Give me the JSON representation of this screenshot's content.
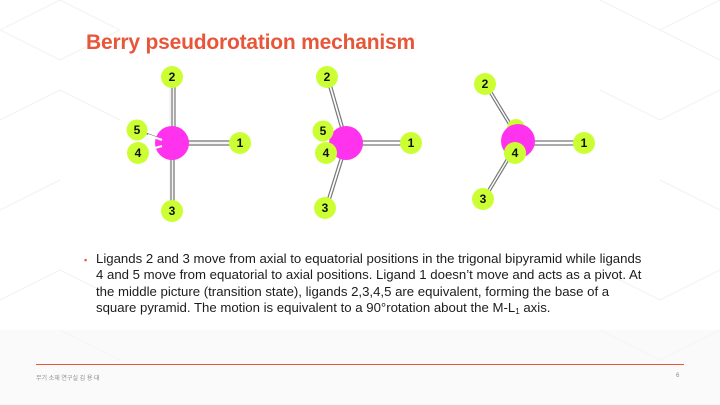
{
  "slide": {
    "title": "Berry pseudorotation mechanism",
    "bullet": {
      "text_main": "Ligands 2 and 3 move from axial to equatorial positions in the trigonal bipyramid while ligands 4 and 5 move from equatorial to axial positions. Ligand 1 doesn’t move and acts as a pivot. At the middle picture (transition state), ligands 2,3,4,5 are equivalent, forming the base of a square pyramid. The motion is equivalent to a 90°rotation about the M-L",
      "subscript": "1",
      "text_tail": " axis."
    },
    "footer": {
      "left_text": "무기 소재 연구실    김 용 대",
      "page_number": "6"
    }
  },
  "diagram": {
    "molecules": [
      {
        "name": "left",
        "labels": [
          "2",
          "5",
          "4",
          "1",
          "3"
        ]
      },
      {
        "name": "middle",
        "labels": [
          "2",
          "5",
          "4",
          "1",
          "3"
        ]
      },
      {
        "name": "right",
        "labels": [
          "2",
          "4",
          "1",
          "3"
        ]
      }
    ]
  },
  "colors": {
    "accent": "#e8563a",
    "metal": "#ff33ee",
    "ligand": "#ccff33"
  }
}
